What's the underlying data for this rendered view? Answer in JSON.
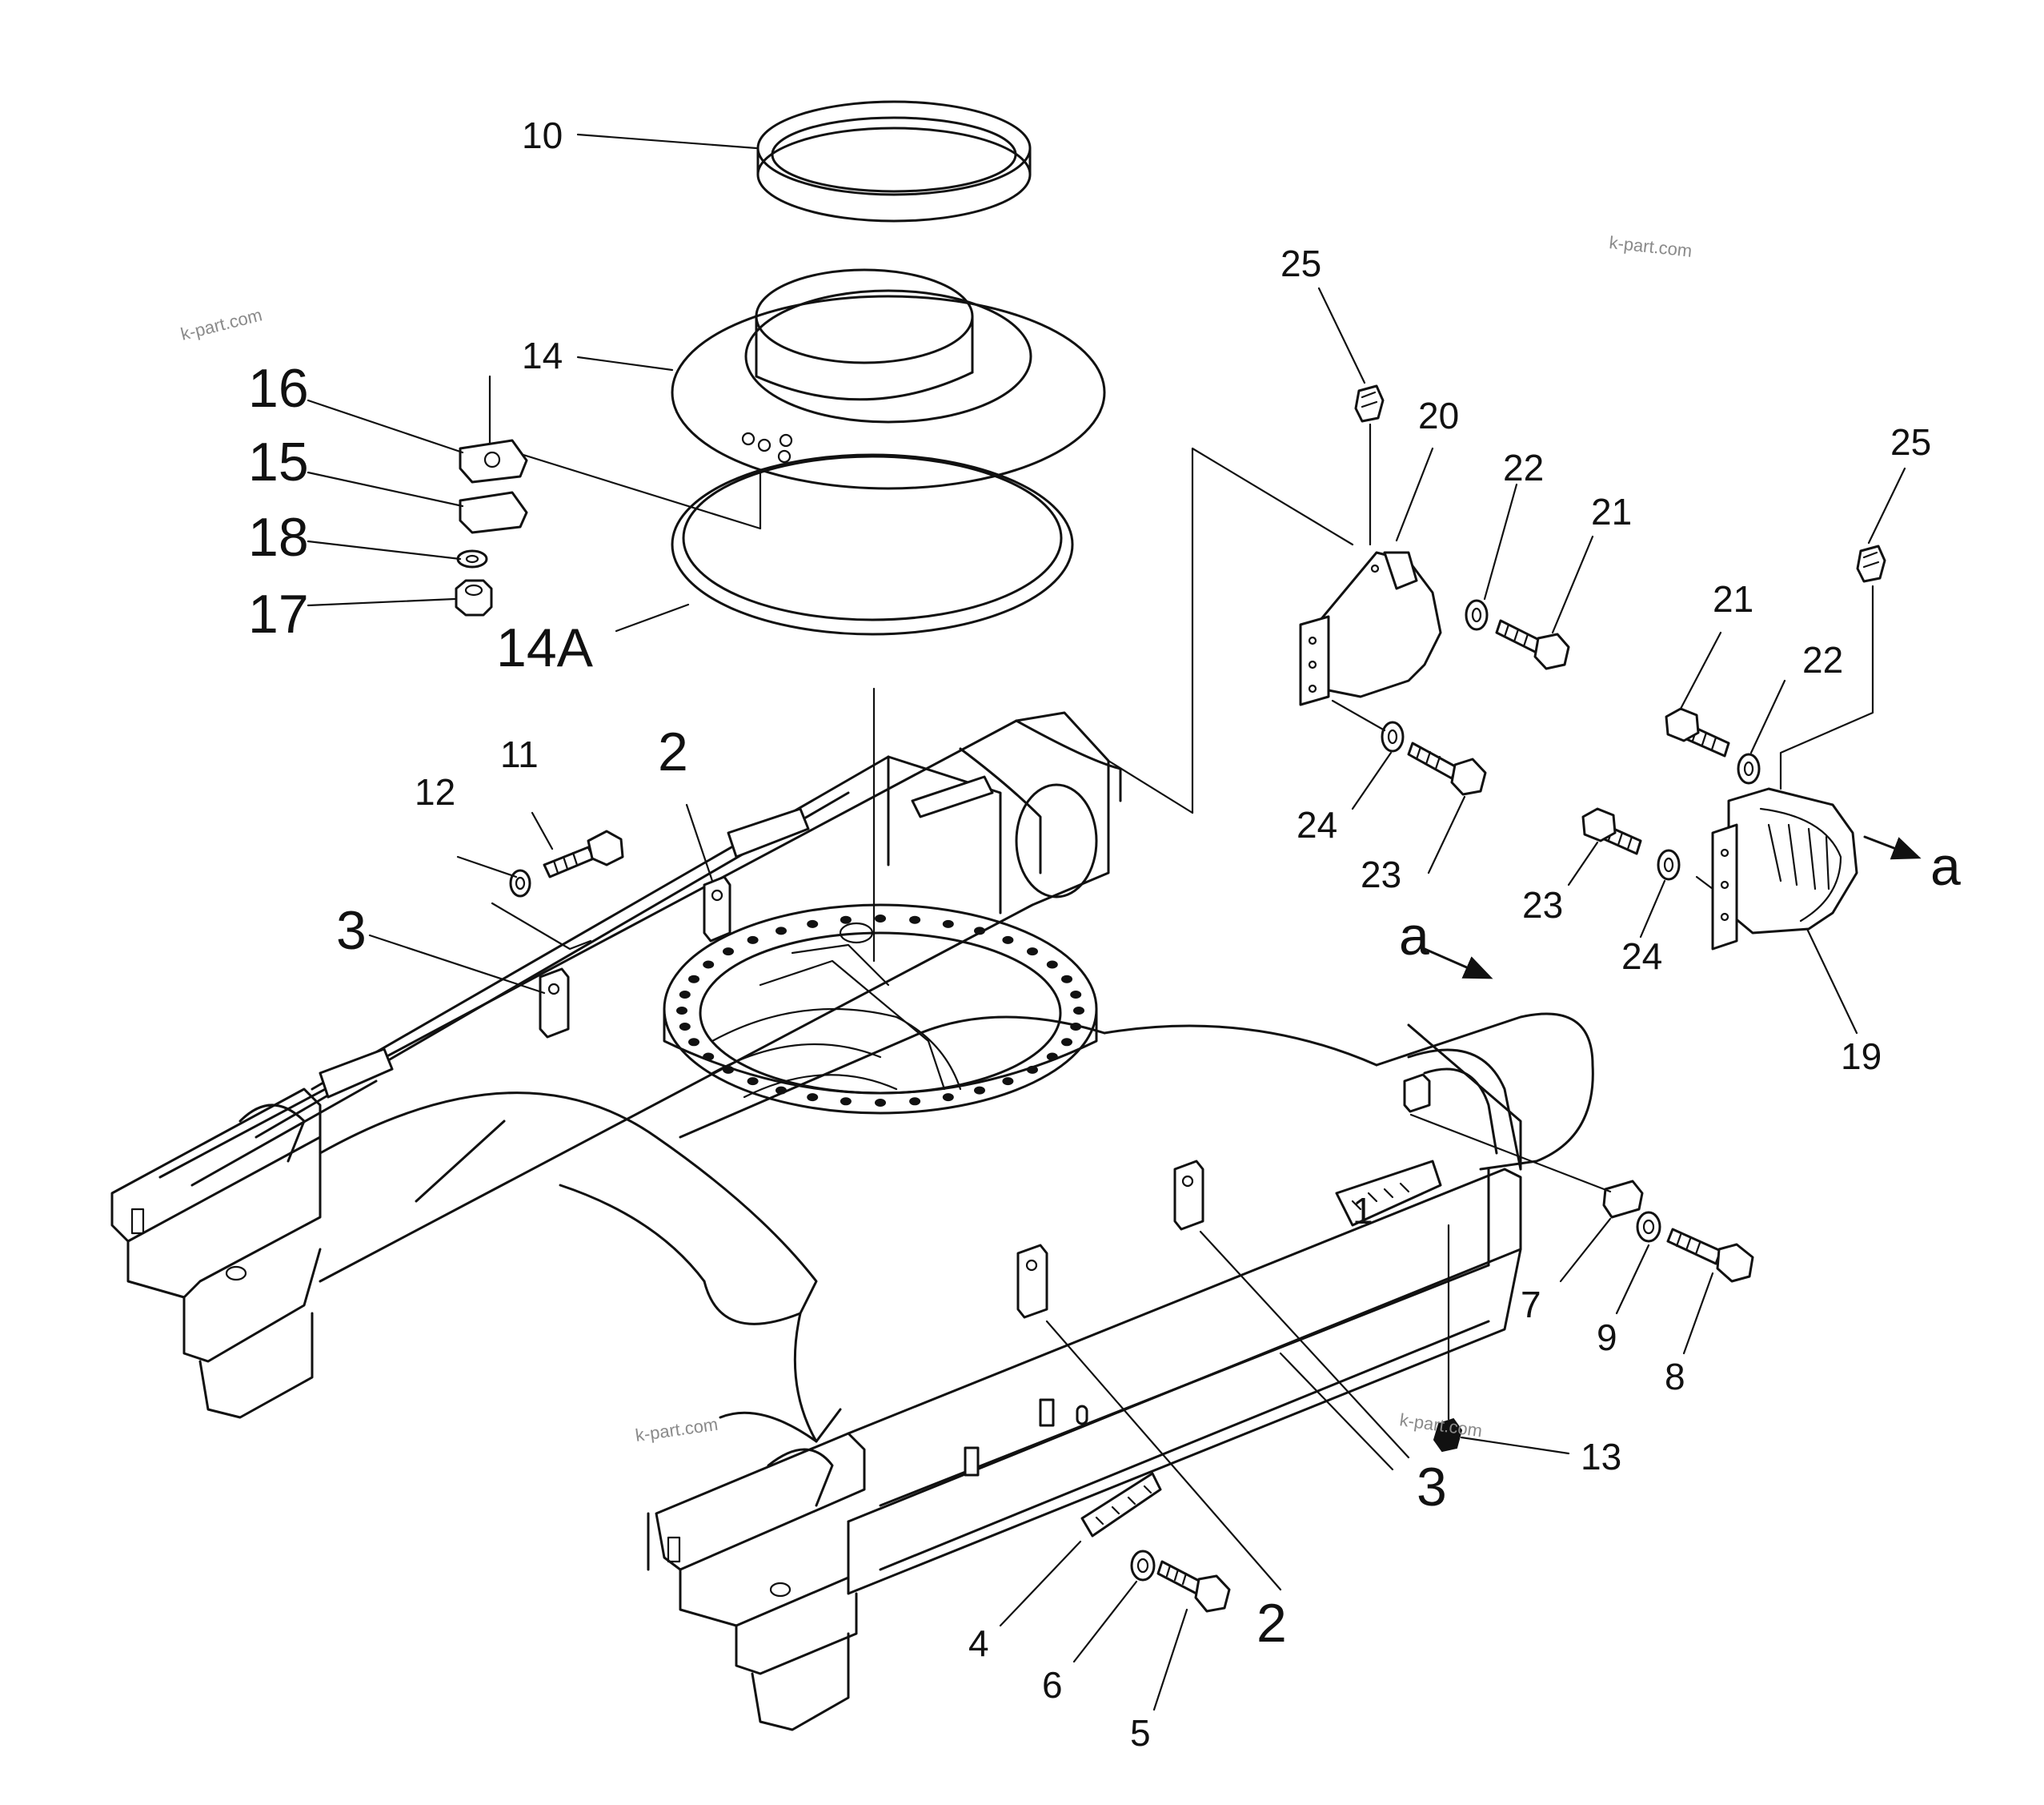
{
  "callouts": {
    "c1": "1",
    "c2a": "2",
    "c2b": "2",
    "c3a": "3",
    "c3b": "3",
    "c4": "4",
    "c5": "5",
    "c6": "6",
    "c7": "7",
    "c8": "8",
    "c9": "9",
    "c10": "10",
    "c11": "11",
    "c12": "12",
    "c13": "13",
    "c14": "14",
    "c14a": "14A",
    "c15": "15",
    "c16": "16",
    "c17": "17",
    "c18": "18",
    "c19": "19",
    "c20": "20",
    "c21a": "21",
    "c21b": "21",
    "c22a": "22",
    "c22b": "22",
    "c23a": "23",
    "c23b": "23",
    "c24a": "24",
    "c24b": "24",
    "c25a": "25",
    "c25b": "25"
  },
  "view_markers": {
    "arrow_a_1": "a",
    "arrow_a_2": "a"
  },
  "watermarks": {
    "w1": "k-part.com",
    "w2": "k-part.com",
    "w3": "k-part.com",
    "w4": "k-part.com"
  }
}
